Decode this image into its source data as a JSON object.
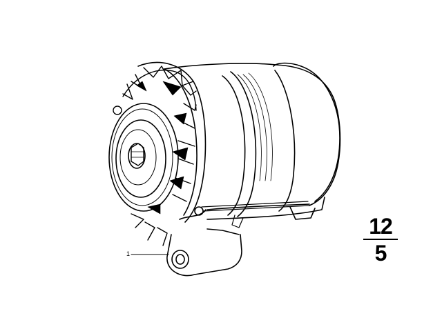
{
  "diagram": {
    "subject": "alternator",
    "callouts": [
      {
        "label": "1",
        "part": "alternator"
      }
    ],
    "page_ref": {
      "group": "12",
      "subgroup": "5"
    }
  }
}
